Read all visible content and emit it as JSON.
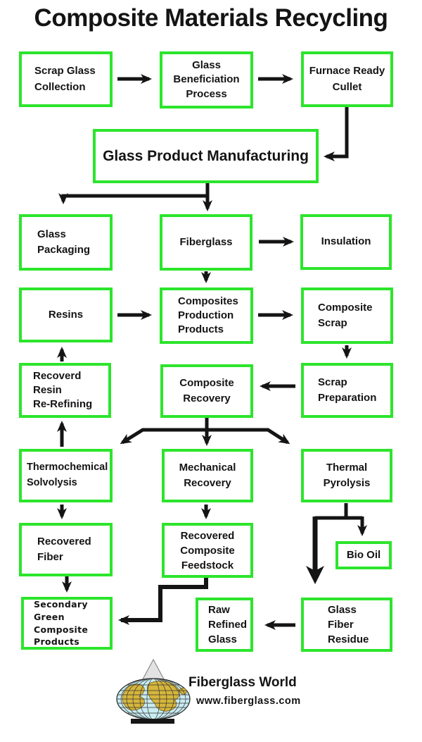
{
  "title": "Composite Materials Recycling",
  "colors": {
    "box_border_green": "#2ce52c",
    "connector_black": "#141414"
  },
  "boxes": {
    "scrap_glass_collection": {
      "label": "Scrap Glass\nCollection"
    },
    "glass_beneficiation_process": {
      "label": "Glass\nBeneficiation\nProcess"
    },
    "furnace_ready_cullet": {
      "label": "Furnace Ready\nCullet"
    },
    "glass_product_manufacturing": {
      "label": "Glass Product Manufacturing"
    },
    "glass_packaging": {
      "label": "Glass\nPackaging"
    },
    "fiberglass": {
      "label": "Fiberglass"
    },
    "insulation": {
      "label": "Insulation"
    },
    "resins": {
      "label": "Resins"
    },
    "composites_production_products": {
      "label": "Composites\nProduction\nProducts"
    },
    "composite_scrap": {
      "label": "Composite\nScrap"
    },
    "recoverd_resin_re_refining": {
      "label": "Recoverd\nResin\nRe-Refining"
    },
    "composite_recovery": {
      "label": "Composite\nRecovery"
    },
    "scrap_preparation": {
      "label": "Scrap\nPreparation"
    },
    "thermochemical_solvolysis": {
      "label": "Thermochemical\nSolvolysis"
    },
    "mechanical_recovery": {
      "label": "Mechanical\nRecovery"
    },
    "thermal_pyrolysis": {
      "label": "Thermal\nPyrolysis"
    },
    "recovered_fiber": {
      "label": "Recovered\nFiber"
    },
    "recovered_composite_feedstock": {
      "label": "Recovered\nComposite\nFeedstock"
    },
    "bio_oil": {
      "label": "Bio Oil"
    },
    "secondary_green_composite_products": {
      "label": "Secondary\nGreen\nComposite\nProducts"
    },
    "raw_refined_glass": {
      "label": "Raw\nRefined\nGlass"
    },
    "glass_fiber_residue": {
      "label": "Glass\nFiber\nResidue"
    }
  },
  "footer": {
    "brand": "Fiberglass World",
    "website": "www.fiberglass.com",
    "logo": "globe-icon"
  }
}
